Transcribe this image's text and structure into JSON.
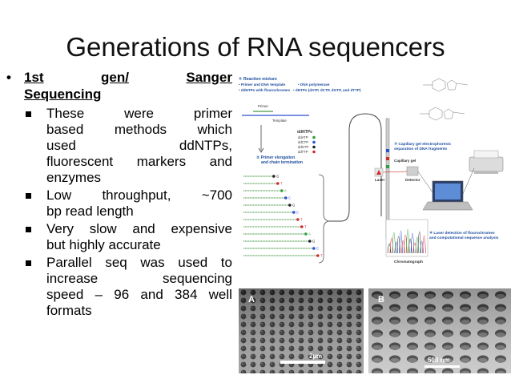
{
  "slide": {
    "title": "Generations of RNA sequencers",
    "main_bullet": {
      "dot": "•",
      "words": [
        "1st",
        "gen/",
        "Sanger"
      ],
      "line2": "Sequencing"
    },
    "sub_bullets": [
      {
        "lines": [
          [
            "These",
            "were",
            "primer"
          ],
          [
            "based",
            "methods",
            "which"
          ],
          [
            "used",
            "ddNTPs,"
          ],
          [
            "fluorescent",
            "markers",
            "and"
          ],
          [
            "enzymes"
          ]
        ]
      },
      {
        "lines": [
          [
            "Low",
            "throughput,",
            "~700"
          ],
          [
            "bp read length"
          ]
        ]
      },
      {
        "lines": [
          [
            "Very",
            "slow",
            "and",
            "expensive"
          ],
          [
            "but highly accurate"
          ]
        ]
      },
      {
        "lines": [
          [
            "Parallel",
            "seq",
            "was",
            "used",
            "to"
          ],
          [
            "increase",
            "sequencing"
          ],
          [
            "speed",
            "–",
            "96",
            "and",
            "384",
            "well"
          ],
          [
            "formats"
          ]
        ]
      }
    ]
  },
  "figure": {
    "legend": {
      "header": "① Reaction mixture",
      "item1": "• Primer and DNA template",
      "item2": "• DNA polymerase",
      "item3": "• ddNTPs with flourochromes",
      "item4": "• dNTPs (dATP, dCTP, dGTP, and dTTP)"
    },
    "primer": "Primer",
    "template": "Template",
    "ddntps_title": "ddNTPs",
    "ddntps": [
      "ddATP",
      "ddCTP",
      "ddGTP",
      "ddTTP"
    ],
    "step2": [
      "② Primer elongation",
      "and chain termination"
    ],
    "step3": [
      "③ Capillary gel electrophoresis",
      "separation of DNA fragments"
    ],
    "capillary_gel": "Capillary gel",
    "laser": "Laser",
    "detector": "Detector",
    "step4": [
      "④ Laser detection of flourochromes",
      "and computational sequence analysis"
    ],
    "chromatograph": "Chromatograph",
    "fragment_ends": [
      "G",
      "T",
      "A",
      "C",
      "G",
      "C",
      "T",
      "T",
      "A",
      "G",
      "C",
      "T"
    ],
    "colors": {
      "A": "#2e9d3a",
      "C": "#2a4fd0",
      "G": "#222222",
      "T": "#d42a2a",
      "caption": "#1f4fa0"
    }
  },
  "photos": {
    "a_label": "A",
    "a_scale": "2µm",
    "b_label": "B",
    "b_scale": "500 nm"
  }
}
